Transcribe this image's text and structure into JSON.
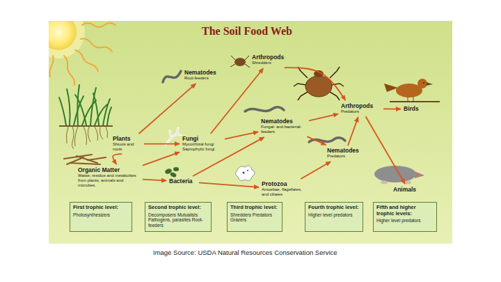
{
  "diagram": {
    "title": "The Soil Food Web",
    "caption": "Image Source: USDA Natural Resources Conservation Service",
    "nodes": [
      {
        "text": [
          "Nematodes",
          "Root-feeders"
        ]
      },
      {
        "text": [
          "Arthropods",
          "Shredders"
        ]
      },
      {
        "text": [
          "Arthropods",
          "Predators"
        ]
      },
      {
        "text": [
          "Birds"
        ]
      },
      {
        "text": [
          "Fungi",
          "Mycorrhizal fungi Saprophytic fungi"
        ]
      },
      {
        "text": [
          "Nematodes",
          "Fungal- and bacterial-feeders"
        ]
      },
      {
        "text": [
          "Nematodes",
          "Predators"
        ]
      },
      {
        "text": [
          "Plants",
          "Shoots and roots"
        ]
      },
      {
        "text": [
          "Organic Matter",
          "Waste, residue and metabolites from plants, animals and microbes."
        ]
      },
      {
        "text": [
          "Bacteria"
        ]
      },
      {
        "text": [
          "Protozoa",
          "Amoebae, flagellates, and ciliates"
        ]
      },
      {
        "text": [
          "Animals"
        ]
      },
      {
        "text": [
          "First trophic level:",
          "Photosynthesizers"
        ]
      },
      {
        "text": [
          "Second trophic level:",
          "Decomposers Mutualists Pathogens, parasites Root-feeders"
        ]
      },
      {
        "text": [
          "Third trophic level:",
          "Shredders Predators Grazers"
        ]
      },
      {
        "text": [
          "Fourth trophic level:",
          "Higher level predators"
        ]
      },
      {
        "text": [
          "Fifth and higher trophic levels:",
          "Higher level predators"
        ]
      }
    ],
    "edges": [
      {
        "from": 7,
        "to": 0,
        "arrow": "to"
      },
      {
        "from": 7,
        "to": 4,
        "arrow": "to"
      },
      {
        "from": 7,
        "to": 8,
        "arrow": "to"
      },
      {
        "from": 8,
        "to": 4,
        "arrow": "to"
      },
      {
        "from": 8,
        "to": 9,
        "arrow": "to"
      },
      {
        "from": 4,
        "to": 1,
        "arrow": "to"
      },
      {
        "from": 4,
        "to": 5,
        "arrow": "to"
      },
      {
        "from": 9,
        "to": 5,
        "arrow": "to"
      },
      {
        "from": 9,
        "to": 10,
        "arrow": "to"
      },
      {
        "from": 1,
        "to": 2,
        "arrow": "to"
      },
      {
        "from": 5,
        "to": 2,
        "arrow": "to"
      },
      {
        "from": 5,
        "to": 6,
        "arrow": "to"
      },
      {
        "from": 10,
        "to": 6,
        "arrow": "to"
      },
      {
        "from": 6,
        "to": 2,
        "arrow": "to"
      },
      {
        "from": 2,
        "to": 3,
        "arrow": "to"
      },
      {
        "from": 2,
        "to": 11,
        "arrow": "to"
      }
    ]
  }
}
